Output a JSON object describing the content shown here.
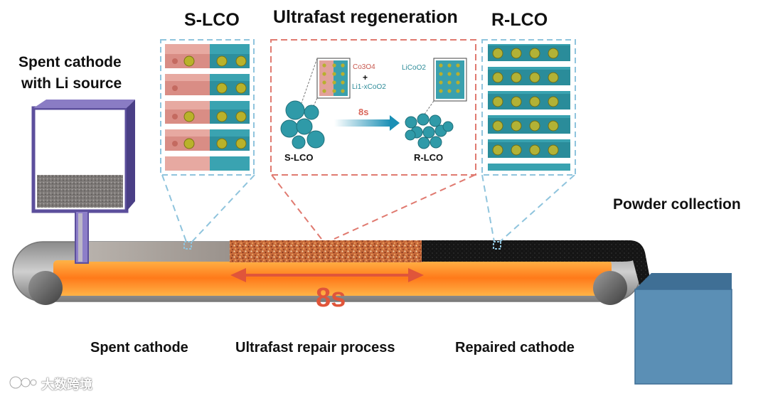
{
  "titles": {
    "slco": "S-LCO",
    "regen": "Ultrafast regeneration",
    "rlco": "R-LCO"
  },
  "labels": {
    "feeder_line1": "Spent cathode",
    "feeder_line2": "with Li source",
    "powder_collection": "Powder collection",
    "spent_cathode": "Spent cathode",
    "repair_process": "Ultrafast repair process",
    "repaired_cathode": "Repaired cathode",
    "time_big": "8s"
  },
  "inset": {
    "co3o4": "Co3O4",
    "plus": "+",
    "li1xcoo2": "Li1-xCoO2",
    "licoo2": "LiCoO2",
    "time": "8s",
    "slco": "S-LCO",
    "rlco": "R-LCO"
  },
  "watermark": "大数跨境",
  "colors": {
    "teal": "#2e9aa8",
    "salmon": "#e0928a",
    "arrow_red": "#e0553a",
    "dashed_blue": "#8fc4dd",
    "dashed_red": "#e07a70",
    "bin_blue": "#5b8fb5",
    "feeder_purple": "#6c5aa6"
  }
}
